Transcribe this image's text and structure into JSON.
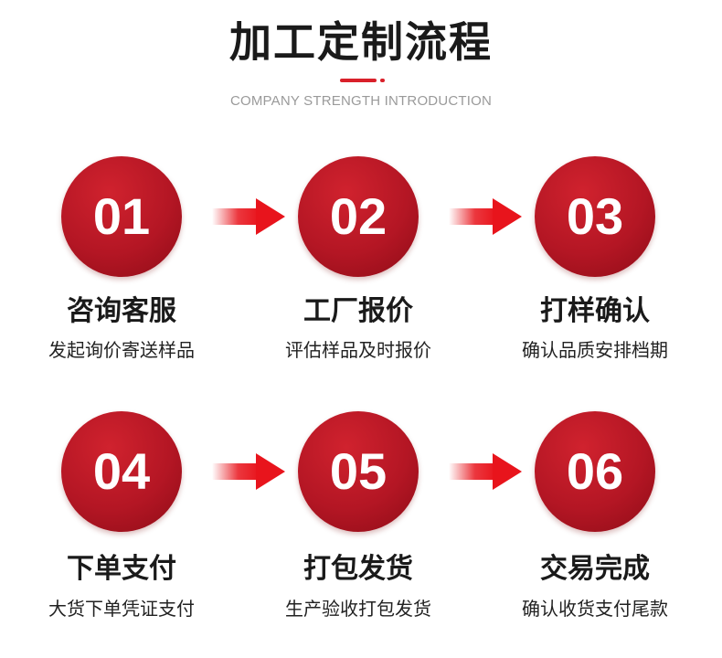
{
  "header": {
    "title": "加工定制流程",
    "subtitle": "COMPANY STRENGTH INTRODUCTION"
  },
  "steps": [
    {
      "number": "01",
      "title": "咨询客服",
      "desc": "发起询价寄送样品"
    },
    {
      "number": "02",
      "title": "工厂报价",
      "desc": "评估样品及时报价"
    },
    {
      "number": "03",
      "title": "打样确认",
      "desc": "确认品质安排档期"
    },
    {
      "number": "04",
      "title": "下单支付",
      "desc": "大货下单凭证支付"
    },
    {
      "number": "05",
      "title": "打包发货",
      "desc": "生产验收打包发货"
    },
    {
      "number": "06",
      "title": "交易完成",
      "desc": "确认收货支付尾款"
    }
  ],
  "colors": {
    "accent": "#d9202a",
    "circle": "#b41624",
    "arrow": "#e8141c"
  }
}
